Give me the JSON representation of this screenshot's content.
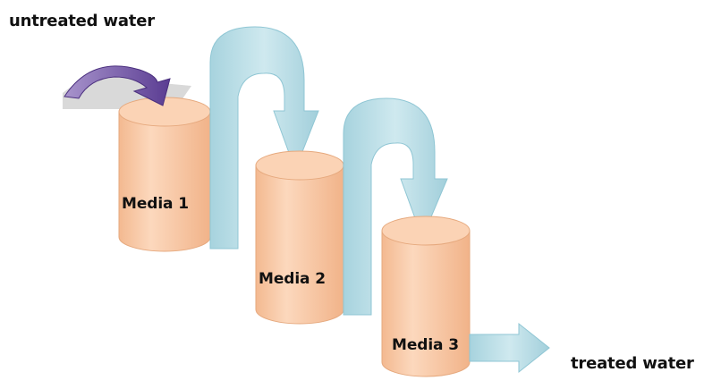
{
  "diagram": {
    "input_label": "untreated water",
    "output_label": "treated water",
    "stages": [
      {
        "label": "Media 1"
      },
      {
        "label": "Media 2"
      },
      {
        "label": "Media 3"
      }
    ]
  },
  "colors": {
    "cylinder_fill": "#f8c9a6",
    "cylinder_top": "#fbd6ba",
    "cylinder_stroke": "#e8aa80",
    "flow_arrow": "#b9dde6",
    "flow_arrow_stroke": "#8fc6d4",
    "inlet_arrow": "#6a4aa0",
    "inlet_arrow_light": "#a894cc",
    "text": "#111111"
  },
  "icons": {
    "inlet": "curved-arrow-icon",
    "transfer": "u-turn-arrow-icon",
    "outlet": "right-arrow-icon"
  }
}
